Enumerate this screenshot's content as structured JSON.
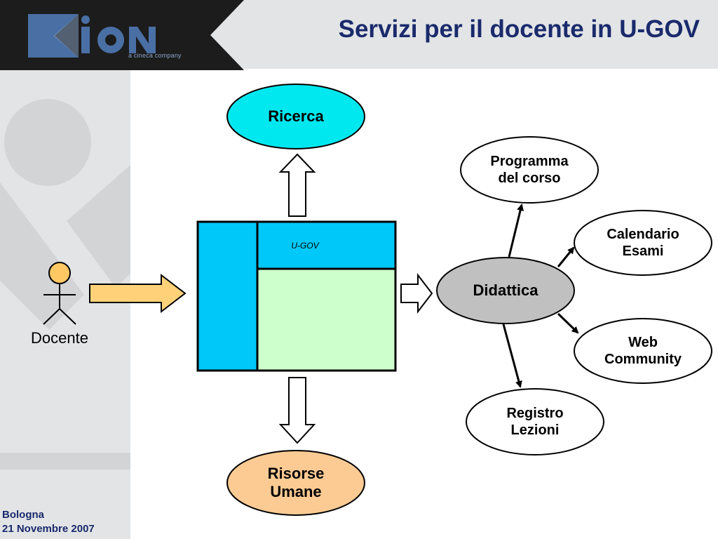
{
  "header": {
    "title": "Servizi per il docente in U-GOV",
    "logo_text": "ION",
    "logo_tagline": "a cineca company"
  },
  "footer": {
    "location": "Bologna",
    "date": "21 Novembre 2007"
  },
  "diagram": {
    "actor": "Docente",
    "system_label": "U-GOV",
    "center_node": "Didattica",
    "ricerca": "Ricerca",
    "risorse": "Risorse\nUmane",
    "services": [
      "Programma\ndel corso",
      "Calendario\nEsami",
      "Web\nCommunity",
      "Registro\nLezioni"
    ]
  },
  "colors": {
    "title": "#1a2a6c",
    "ricerca_fill": "#00e8ef",
    "risorse_fill": "#fccb94",
    "system_blue": "#00c8f8",
    "system_green": "#ccffcc",
    "didattica_fill": "#c0c0c0",
    "actor_arrow_fill": "#ffd27a"
  }
}
